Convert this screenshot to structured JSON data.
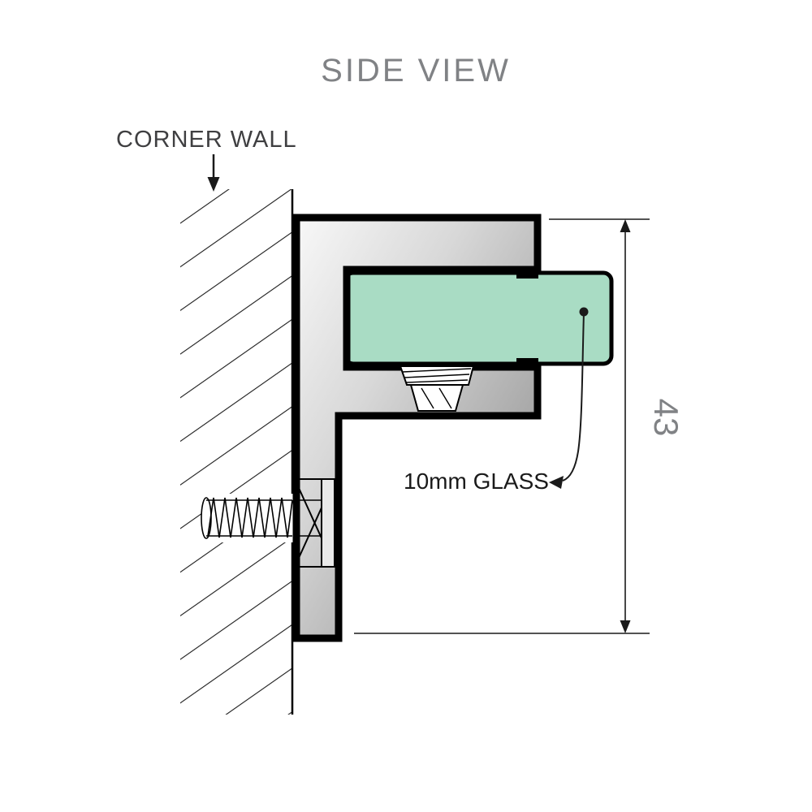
{
  "title": "SIDE VIEW",
  "labels": {
    "corner_wall": "CORNER WALL",
    "glass_note": "10mm GLASS",
    "dimension_value": "43"
  },
  "colors": {
    "glass_green": "#a9dcc4",
    "title_gray": "#808285",
    "dim_gray": "#808285",
    "label_dark": "#3f3f41",
    "note_black": "#1a1a1a",
    "line_black": "#000000"
  }
}
